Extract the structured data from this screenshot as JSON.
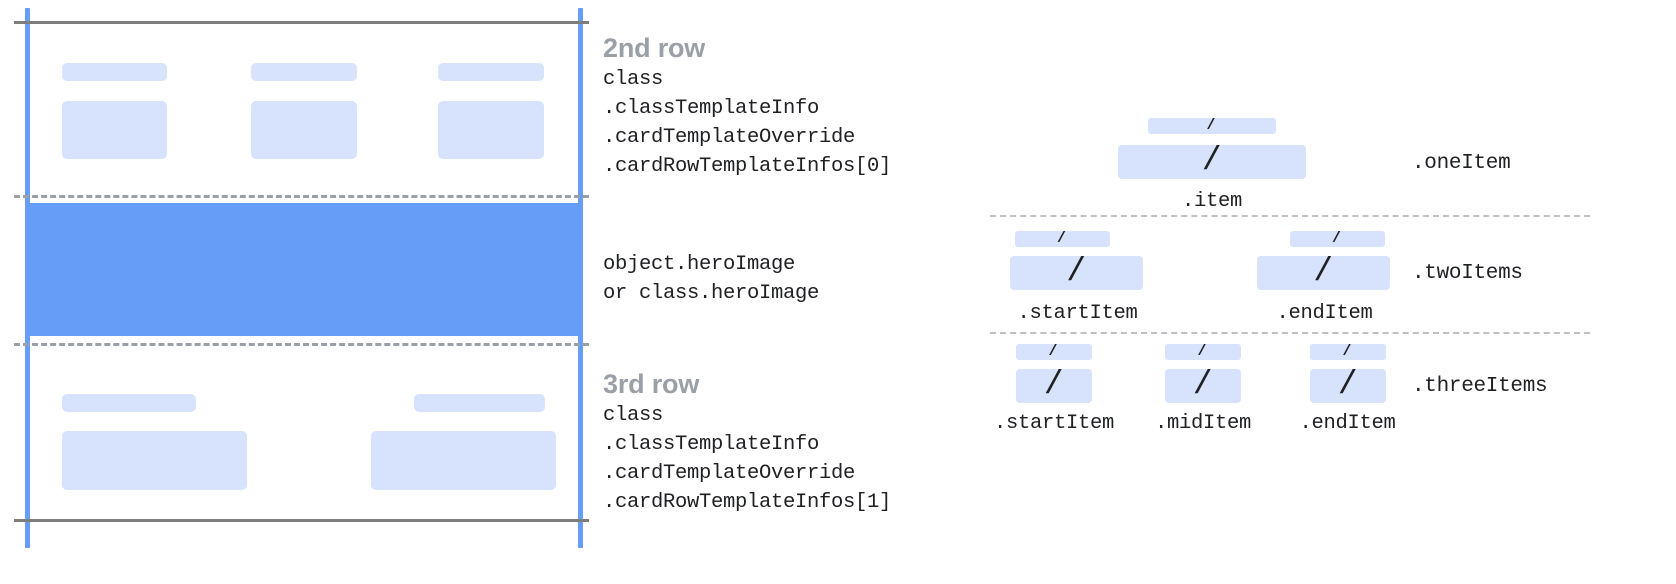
{
  "diagram": {
    "title": "Card template row structure and item layouts",
    "colors": {
      "accent_blue": "#669df6",
      "placeholder_blue": "#d7e3fc",
      "rule_gray": "#7d7d7d",
      "dash_gray": "#9aa0a6",
      "title_gray": "#9aa0a6",
      "text_dark": "#202124"
    }
  },
  "left": {
    "rows": [
      {
        "heading": "2nd row",
        "lines": [
          "class",
          ".classTemplateInfo",
          ".cardTemplateOverride",
          ".cardRowTemplateInfos[0]"
        ]
      },
      {
        "heading": "",
        "lines": [
          "object.heroImage",
          "or class.heroImage"
        ]
      },
      {
        "heading": "3rd row",
        "lines": [
          "class",
          ".classTemplateInfo",
          ".cardTemplateOverride",
          ".cardRowTemplateInfos[1]"
        ]
      }
    ]
  },
  "right": {
    "groups": [
      {
        "label": ".oneItem",
        "captions": [
          ".item"
        ],
        "slash": "/"
      },
      {
        "label": ".twoItems",
        "captions": [
          ".startItem",
          ".endItem"
        ],
        "slash": "/"
      },
      {
        "label": ".threeItems",
        "captions": [
          ".startItem",
          ".midItem",
          ".endItem"
        ],
        "slash": "/"
      }
    ]
  }
}
